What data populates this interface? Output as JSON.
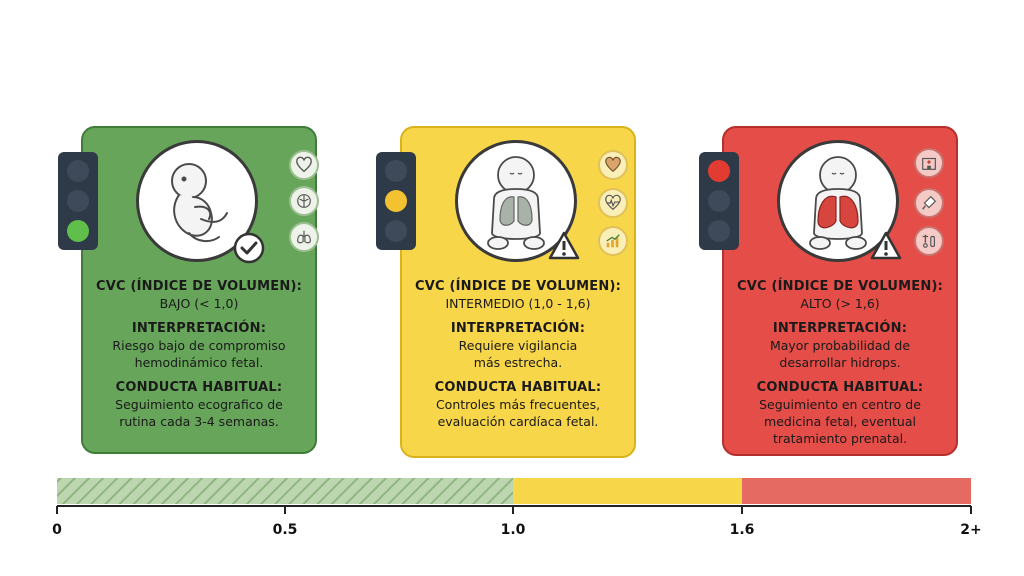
{
  "cards": [
    {
      "level": "bajo",
      "color": "#67a65a",
      "cvc_title": "CVC (ÍNDICE DE VOLUMEN):",
      "cvc_value": "BAJO (< 1,0)",
      "interp_title": "INTERPRETACIÓN:",
      "interp_lines": [
        "Riesgo bajo de compromiso",
        "hemodinámico fetal."
      ],
      "conducta_title": "CONDUCTA HABITUAL:",
      "conducta_lines": [
        "Seguimiento ecografico de",
        "rutina cada 3-4 semanas."
      ],
      "badge": "check-icon",
      "side_icons": [
        "heart-icon",
        "brain-icon",
        "lungs-icon"
      ]
    },
    {
      "level": "intermedio",
      "color": "#f8d649",
      "cvc_title": "CVC (ÍNDICE DE VOLUMEN):",
      "cvc_value": "INTERMEDIO (1,0 - 1,6)",
      "interp_title": "INTERPRETACIÓN:",
      "interp_lines": [
        "Requiere vigilancia",
        "más estrecha."
      ],
      "conducta_title": "CONDUCTA HABITUAL:",
      "conducta_lines": [
        "Controles más frecuentes,",
        "evaluación cardíaca fetal."
      ],
      "badge": "warning-icon",
      "side_icons": [
        "heart-icon",
        "heartbeat-icon",
        "chart-up-icon"
      ]
    },
    {
      "level": "alto",
      "color": "#e44d48",
      "cvc_title": "CVC (ÍNDICE DE VOLUMEN):",
      "cvc_value": "ALTO (> 1,6)",
      "interp_title": "INTERPRETACIÓN:",
      "interp_lines": [
        "Mayor probabilidad de",
        "desarrollar hidrops."
      ],
      "conducta_title": "CONDUCTA HABITUAL:",
      "conducta_lines": [
        "Seguimiento en centro de",
        "medicina fetal, eventual",
        "tratamiento prenatal."
      ],
      "badge": "warning-icon",
      "side_icons": [
        "hospital-icon",
        "ultrasound-probe-icon",
        "medical-tools-icon"
      ]
    }
  ],
  "scale": {
    "min": 0,
    "max": 2,
    "segments": [
      {
        "from": 0,
        "to": 1.0,
        "color": "#b9d4ad",
        "pattern": "hatched"
      },
      {
        "from": 1.0,
        "to": 1.6,
        "color": "#f8d649"
      },
      {
        "from": 1.6,
        "to": 2.0,
        "color": "#e46a62"
      }
    ],
    "ticks": [
      {
        "value": 0,
        "label": "0"
      },
      {
        "value": 0.5,
        "label": "0.5"
      },
      {
        "value": 1.0,
        "label": "1.0"
      },
      {
        "value": 1.6,
        "label": "1.6"
      },
      {
        "value": 2.0,
        "label": "2+"
      }
    ]
  }
}
